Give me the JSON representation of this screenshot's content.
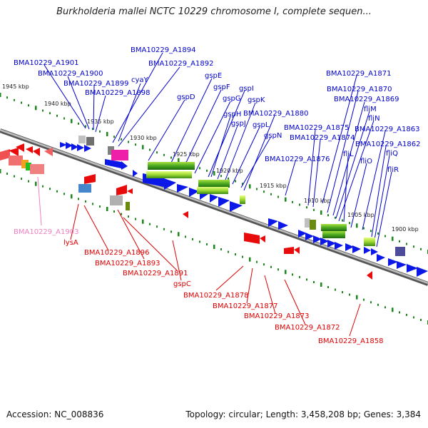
{
  "title": "Burkholderia mallei NCTC 10229 chromosome I, complete sequen...",
  "footer": {
    "accession": "Accession: NC_008836",
    "topology": "Topology: circular; Length: 3,458,208 bp; Genes: 3,384"
  },
  "colors": {
    "forward_label": "#0000cc",
    "reverse_label": "#dd0000",
    "pink_label": "#f080c0",
    "backbone": "#888888",
    "tick": "#1a8a1a",
    "forward_gene": "#0b18e8",
    "reverse_gene": "#e80b0b"
  },
  "kbp_ticks": [
    "1945 kbp",
    "1940 kbp",
    "1935 kbp",
    "1930 kbp",
    "1925 kbp",
    "1920 kbp",
    "1915 kbp",
    "1910 kbp",
    "1905 kbp",
    "1900 kbp"
  ],
  "forward_labels": [
    "BMA10229_A1901",
    "BMA10229_A1900",
    "BMA10229_A1899",
    "BMA10229_A1898",
    "BMA10229_A1894",
    "BMA10229_A1892",
    "cyaY",
    "gspD",
    "gspE",
    "gspF",
    "gspG",
    "gspH",
    "gspJ",
    "gspI",
    "gspK",
    "gspL",
    "gspN",
    "BMA10229_A1880",
    "BMA10229_A1876",
    "BMA10229_A1875",
    "BMA10229_A1874",
    "BMA10229_A1871",
    "BMA10229_A1870",
    "BMA10229_A1869",
    "fliM",
    "fliN",
    "fliL",
    "fliO",
    "BMA10229_A1863",
    "BMA10229_A1862",
    "fliQ",
    "fliR"
  ],
  "reverse_labels": [
    "BMA10229_A1903",
    "lysA",
    "BMA10229_A1896",
    "BMA10229_A1893",
    "BMA10229_A1891",
    "gspC",
    "BMA10229_A1878",
    "BMA10229_A1877",
    "BMA10229_A1873",
    "BMA10229_A1872",
    "BMA10229_A1858"
  ]
}
